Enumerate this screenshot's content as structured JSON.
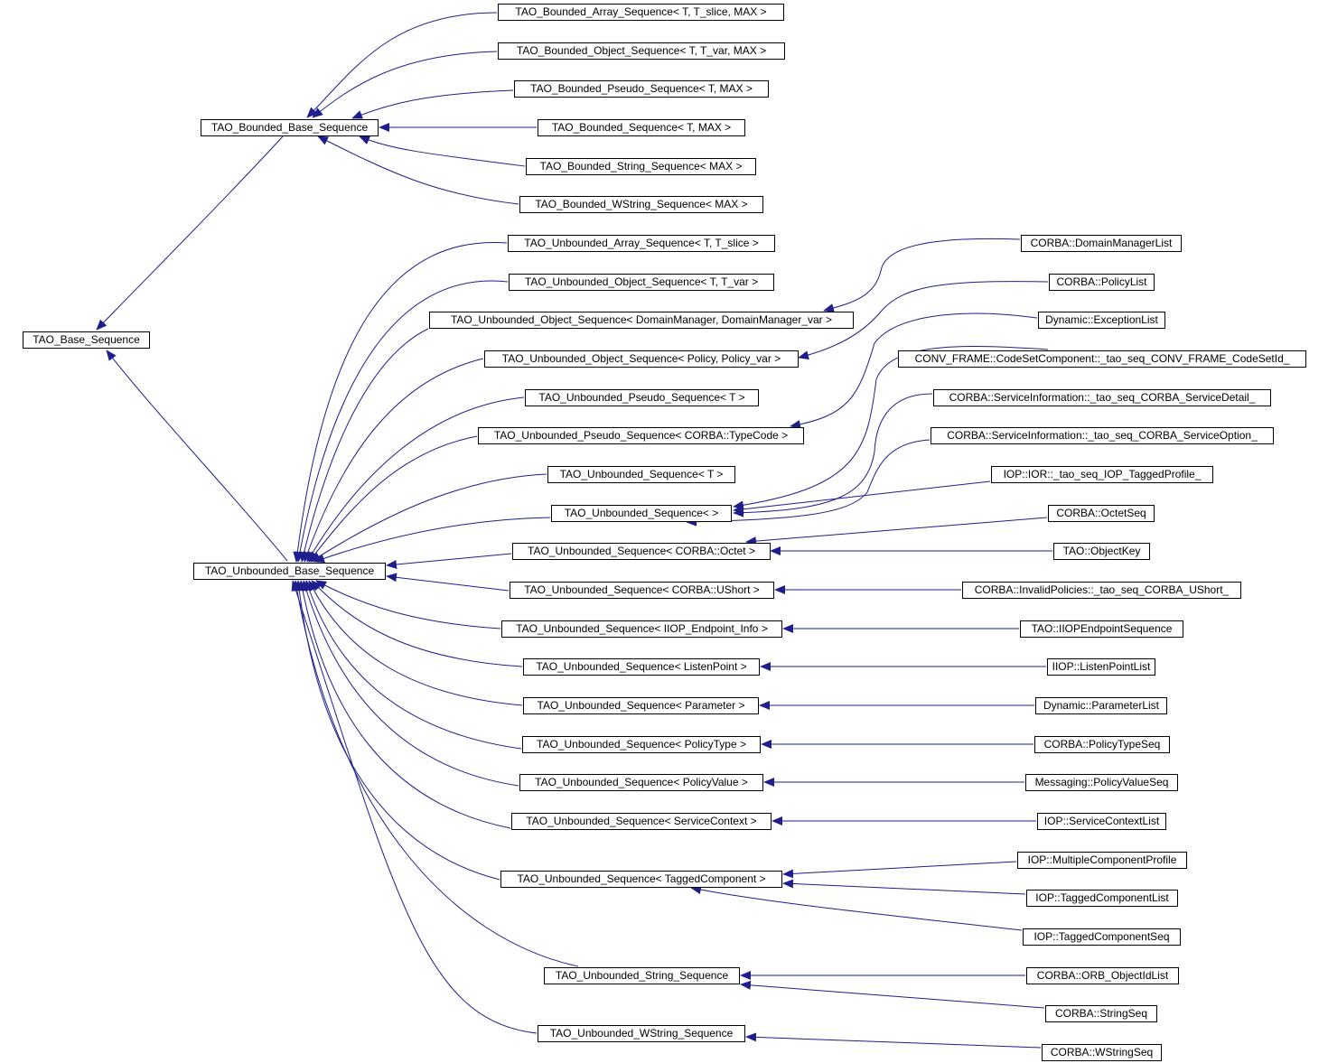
{
  "diagram": {
    "edge_color": "#1e1e8c",
    "node_border": "#000000",
    "nodes": {
      "base": "TAO_Base_Sequence",
      "bbs": "TAO_Bounded_Base_Sequence",
      "ubs": "TAO_Unbounded_Base_Sequence",
      "b_arr": "TAO_Bounded_Array_Sequence< T, T_slice, MAX >",
      "b_obj": "TAO_Bounded_Object_Sequence< T, T_var, MAX >",
      "b_pseudo": "TAO_Bounded_Pseudo_Sequence< T, MAX >",
      "b_seq": "TAO_Bounded_Sequence< T, MAX >",
      "b_str": "TAO_Bounded_String_Sequence< MAX >",
      "b_wstr": "TAO_Bounded_WString_Sequence< MAX >",
      "u_arr": "TAO_Unbounded_Array_Sequence< T, T_slice >",
      "u_obj": "TAO_Unbounded_Object_Sequence< T, T_var >",
      "u_obj_dm": "TAO_Unbounded_Object_Sequence< DomainManager, DomainManager_var >",
      "u_obj_pol": "TAO_Unbounded_Object_Sequence< Policy, Policy_var >",
      "u_pseudo": "TAO_Unbounded_Pseudo_Sequence< T >",
      "u_pseudo_tc": "TAO_Unbounded_Pseudo_Sequence< CORBA::TypeCode >",
      "u_seq_t": "TAO_Unbounded_Sequence< T >",
      "u_seq_empty": "TAO_Unbounded_Sequence<  >",
      "u_seq_octet": "TAO_Unbounded_Sequence< CORBA::Octet >",
      "u_seq_ushort": "TAO_Unbounded_Sequence< CORBA::UShort >",
      "u_seq_iiop": "TAO_Unbounded_Sequence< IIOP_Endpoint_Info >",
      "u_seq_listen": "TAO_Unbounded_Sequence< ListenPoint >",
      "u_seq_param": "TAO_Unbounded_Sequence< Parameter >",
      "u_seq_ptype": "TAO_Unbounded_Sequence< PolicyType >",
      "u_seq_pval": "TAO_Unbounded_Sequence< PolicyValue >",
      "u_seq_sctx": "TAO_Unbounded_Sequence< ServiceContext >",
      "u_seq_tcomp": "TAO_Unbounded_Sequence< TaggedComponent >",
      "u_str": "TAO_Unbounded_String_Sequence",
      "u_wstr": "TAO_Unbounded_WString_Sequence",
      "c_dml": "CORBA::DomainManagerList",
      "c_pl": "CORBA::PolicyList",
      "d_el": "Dynamic::ExceptionList",
      "cf_cs": "CONV_FRAME::CodeSetComponent::_tao_seq_CONV_FRAME_CodeSetId_",
      "c_si_sd": "CORBA::ServiceInformation::_tao_seq_CORBA_ServiceDetail_",
      "c_si_so": "CORBA::ServiceInformation::_tao_seq_CORBA_ServiceOption_",
      "iop_ior": "IOP::IOR::_tao_seq_IOP_TaggedProfile_",
      "c_os": "CORBA::OctetSeq",
      "t_ok": "TAO::ObjectKey",
      "c_ip": "CORBA::InvalidPolicies::_tao_seq_CORBA_UShort_",
      "t_iiop": "TAO::IIOPEndpointSequence",
      "iiop_lpl": "IIOP::ListenPointList",
      "d_pl": "Dynamic::ParameterList",
      "c_pts": "CORBA::PolicyTypeSeq",
      "m_pvs": "Messaging::PolicyValueSeq",
      "iop_scl": "IOP::ServiceContextList",
      "iop_mcp": "IOP::MultipleComponentProfile",
      "iop_tcl": "IOP::TaggedComponentList",
      "iop_tcs": "IOP::TaggedComponentSeq",
      "c_orb": "CORBA::ORB_ObjectIdList",
      "c_ss": "CORBA::StringSeq",
      "c_wss": "CORBA::WStringSeq"
    }
  }
}
